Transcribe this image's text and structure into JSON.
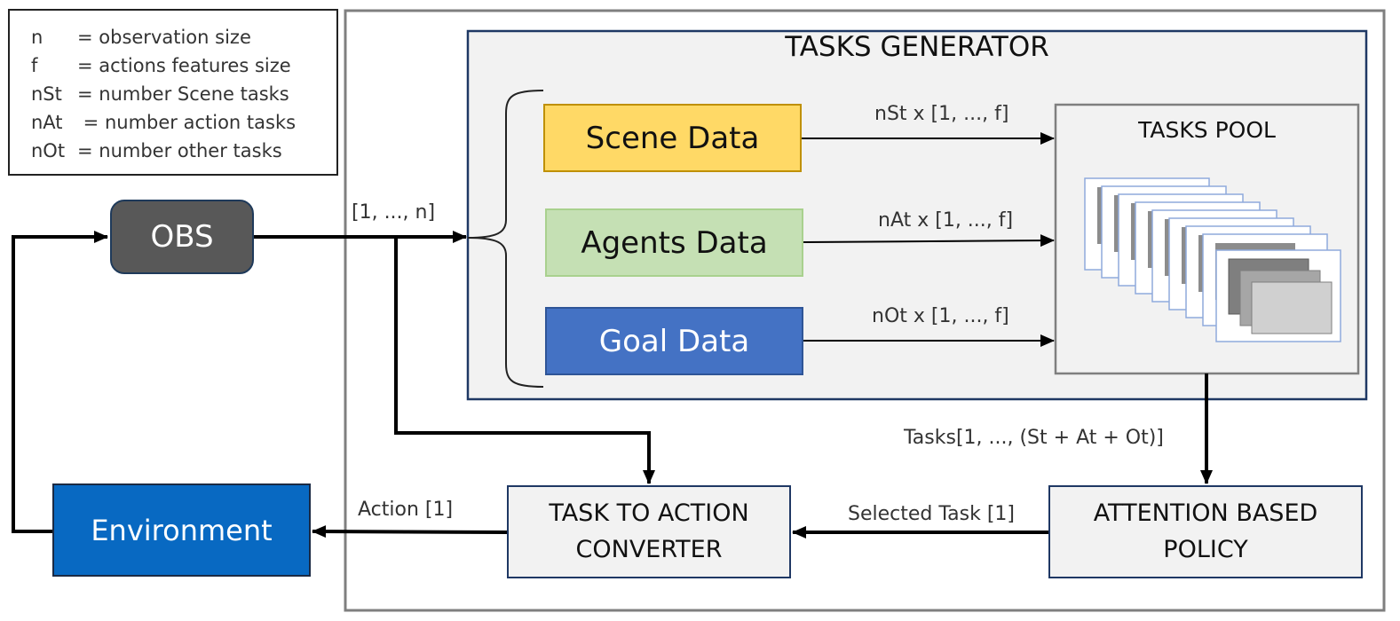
{
  "legend": [
    {
      "key": "n",
      "desc": "= observation size"
    },
    {
      "key": "f",
      "desc": "= actions features size"
    },
    {
      "key": "nSt",
      "desc": "= number Scene tasks"
    },
    {
      "key": "nAt",
      "desc": " = number action tasks"
    },
    {
      "key": "nOt",
      "desc": "= number other tasks"
    }
  ],
  "nodes": {
    "obs": "OBS",
    "environment": "Environment",
    "tasks_generator": "TASKS GENERATOR",
    "scene_data": "Scene Data",
    "agents_data": "Agents Data",
    "goal_data": "Goal Data",
    "tasks_pool": "TASKS POOL",
    "converter_line1": "TASK TO ACTION",
    "converter_line2": "CONVERTER",
    "policy_line1": "ATTENTION BASED",
    "policy_line2": "POLICY"
  },
  "edges": {
    "obs_vector": "[1, ..., n]",
    "scene_tasks": "nSt x [1, ..., f]",
    "agent_tasks": "nAt x [1, ..., f]",
    "other_tasks": "nOt x [1, ..., f]",
    "tasks_list": "Tasks[1, ..., (St + At + Ot)]",
    "selected_task": "Selected Task [1]",
    "action": "Action [1]"
  },
  "colors": {
    "obs": "#585858",
    "environment": "#0869c2",
    "scene": "#ffd966",
    "agents": "#c5e0b4",
    "goal": "#4472c4",
    "generator_bg": "#f2f2f2"
  }
}
